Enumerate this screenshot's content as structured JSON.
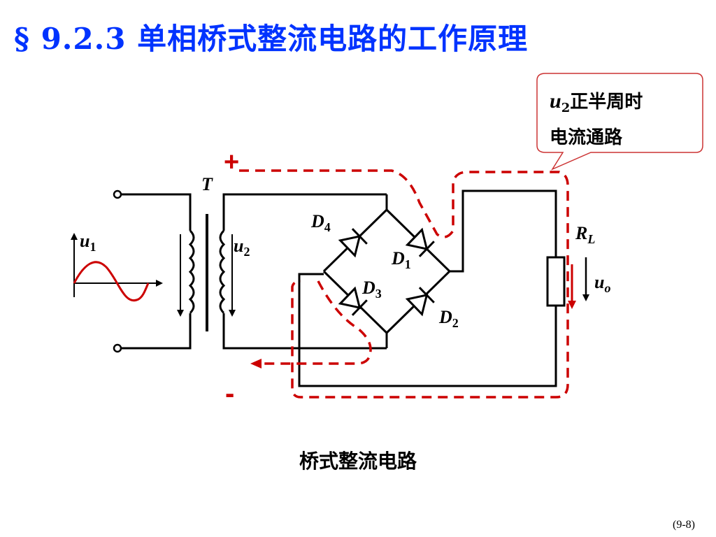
{
  "slide": {
    "title": "§ 9.2.3 单相桥式整流电路的工作原理",
    "caption": "桥式整流电路",
    "page_number": "(9-8)"
  },
  "callout": {
    "variable": "u",
    "variable_sub": "2",
    "line1_rest": "正半周时",
    "line2": "电流通路"
  },
  "circuit": {
    "transformer_label": "T",
    "input_voltage": {
      "sym": "u",
      "sub": "1"
    },
    "secondary_voltage": {
      "sym": "u",
      "sub": "2"
    },
    "diodes": [
      {
        "sym": "D",
        "sub": "4"
      },
      {
        "sym": "D",
        "sub": "1"
      },
      {
        "sym": "D",
        "sub": "3"
      },
      {
        "sym": "D",
        "sub": "2"
      }
    ],
    "load": {
      "sym": "R",
      "sub": "L"
    },
    "output_voltage": {
      "sym": "u",
      "sub": "o"
    },
    "polarity_plus": "+",
    "polarity_minus": "-"
  },
  "colors": {
    "title": "#0033ff",
    "current_path": "#cc0000",
    "wire": "#000000",
    "callout_border": "#cc3333"
  }
}
